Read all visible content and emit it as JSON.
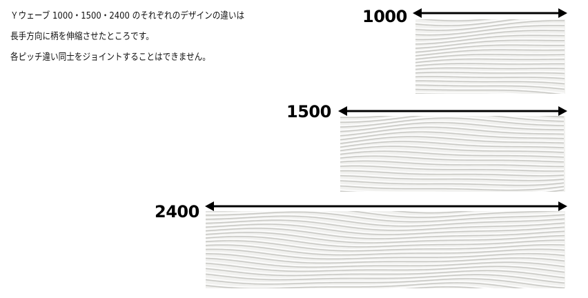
{
  "description": {
    "lines": [
      "Ｙウェーブ 1000・1500・2400 のそれぞれのデザインの違いは",
      "長手方向に柄を伸縮させたところです。",
      "各ピッチ違い同士をジョイントすることはできません。"
    ]
  },
  "variants": [
    {
      "label": "1000"
    },
    {
      "label": "1500"
    },
    {
      "label": "2400"
    }
  ],
  "colors": {
    "text": "#111111",
    "arrow": "#000000",
    "panel_light": "#f1f1ef",
    "panel_shadow": "#bcbcb8"
  }
}
